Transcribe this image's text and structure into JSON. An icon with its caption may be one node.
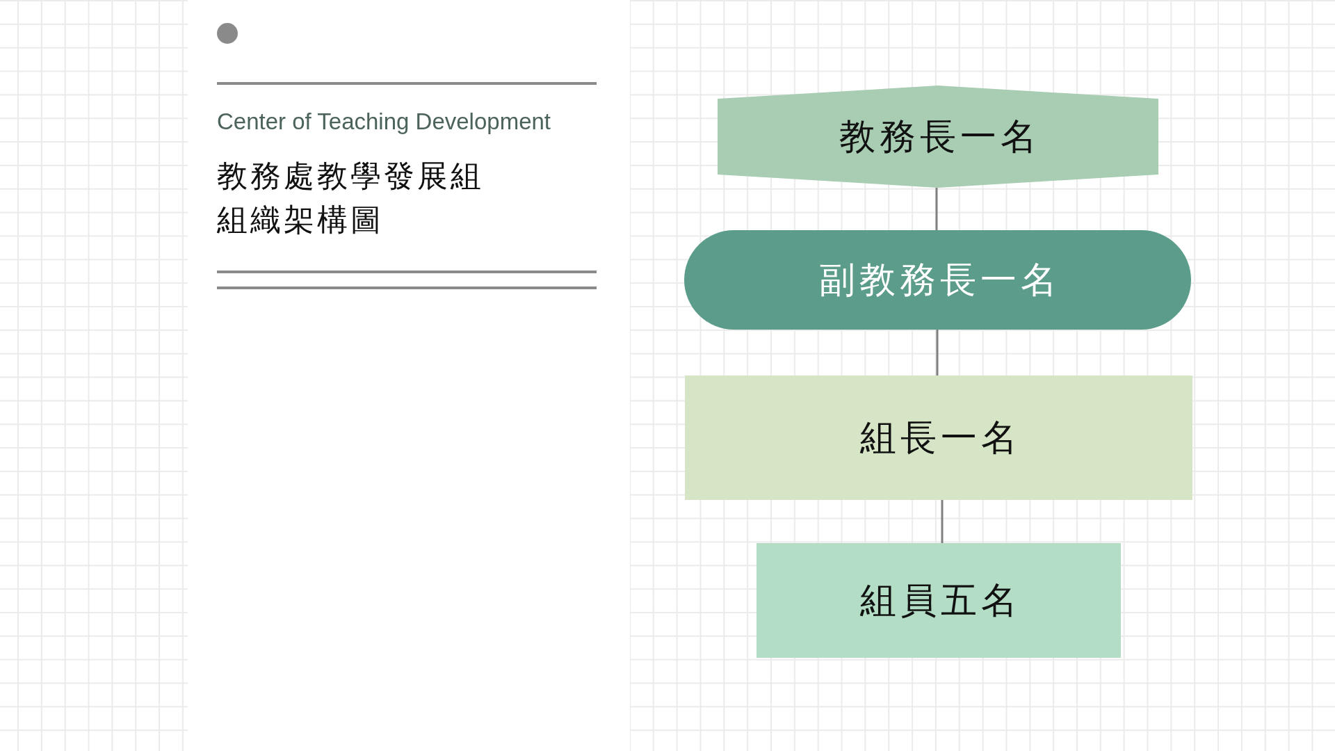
{
  "diagram": {
    "title": "教務處教學發展組組織架構圖",
    "nodes": [
      {
        "text": [
          "教務長一名"
        ]
      },
      {
        "text": [
          "副教務長一名"
        ]
      },
      {
        "text": [
          "組長一名"
        ]
      },
      {
        "text": [
          "組員五名"
        ]
      }
    ],
    "edges": [
      {
        "from": 0,
        "to": 1,
        "arrow": "none"
      },
      {
        "from": 1,
        "to": 2,
        "arrow": "none"
      },
      {
        "from": 2,
        "to": 3,
        "arrow": "none"
      }
    ],
    "labels": [
      "Center of Teaching Development"
    ]
  }
}
